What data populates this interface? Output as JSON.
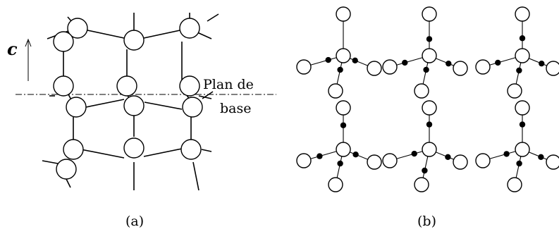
{
  "panel_a": {
    "axis_label": "c",
    "plane_label_line1": "Plan de",
    "plane_label_line2": "base",
    "caption": "(a)"
  },
  "panel_b": {
    "caption": "(b)"
  },
  "colors": {
    "ink": "#000000",
    "background": "#ffffff"
  }
}
